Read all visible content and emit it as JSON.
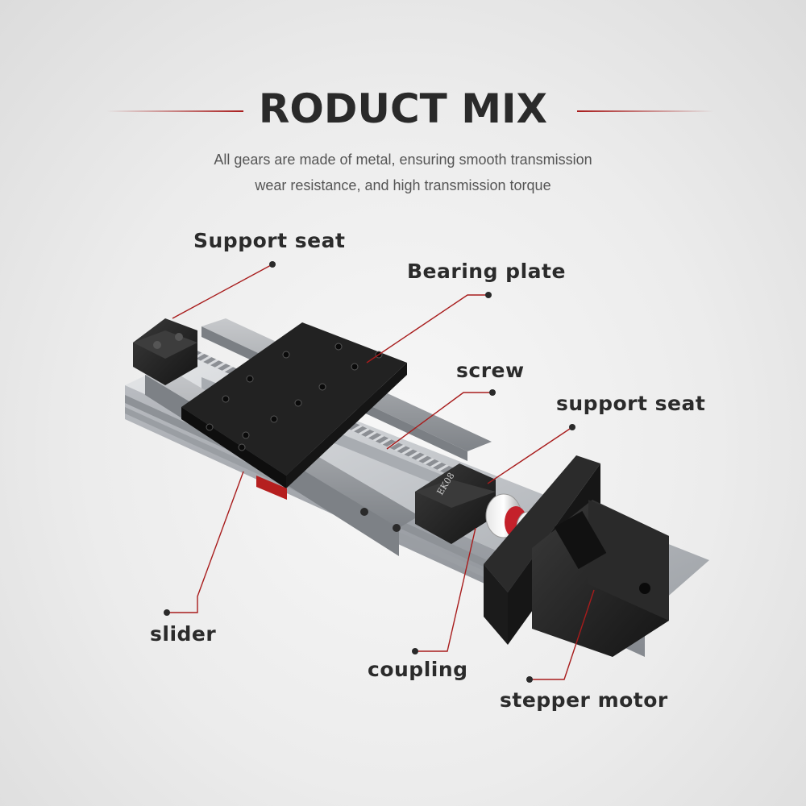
{
  "header": {
    "title": "RODUCT MIX",
    "subtitle_line1": "All gears are made of metal, ensuring smooth transmission",
    "subtitle_line2": "wear resistance, and high transmission torque"
  },
  "labels": {
    "support_seat_top": "Support seat",
    "bearing_plate": "Bearing plate",
    "screw": "screw",
    "support_seat_right": "support seat",
    "slider": "slider",
    "coupling": "coupling",
    "stepper_motor": "stepper motor"
  },
  "product_markings": {
    "bearing_block": "EK08"
  },
  "colors": {
    "accent_red": "#a81c1c",
    "text_dark": "#2b2b2b",
    "anodized_black": "#1e1e1e",
    "aluminum": "#c9ccd0"
  },
  "icons": [
    "leader-dot-icon"
  ]
}
